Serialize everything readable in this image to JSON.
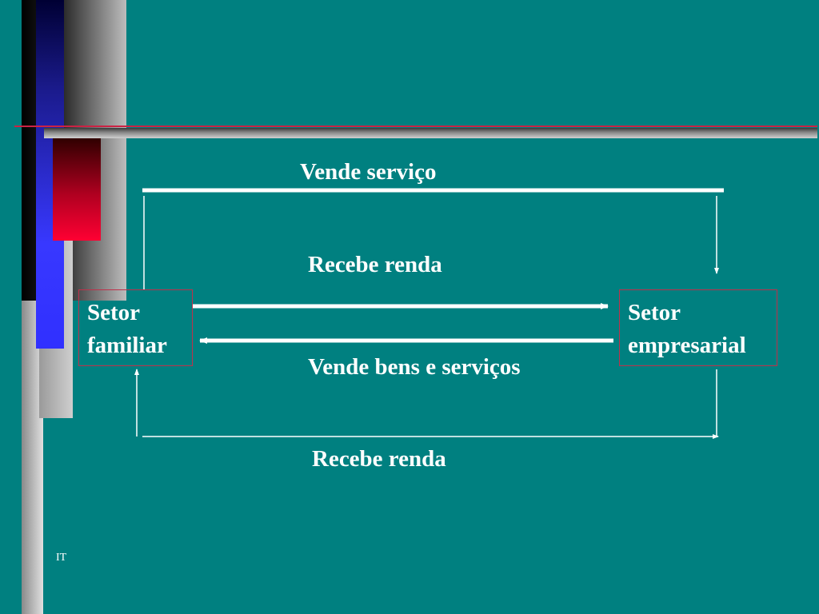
{
  "diagram": {
    "nodes": {
      "familiar": {
        "line1": "Setor",
        "line2": "familiar"
      },
      "empresarial": {
        "line1": "Setor",
        "line2": "empresarial"
      }
    },
    "edges": {
      "top_label": "Vende serviço",
      "upper_right_label": "Recebe renda",
      "middle_left_label": "Vende bens e serviços",
      "bottom_label": "Recebe renda"
    }
  },
  "footer": {
    "text": "IT"
  },
  "colors": {
    "background": "#008080",
    "box_border": "#c0304a",
    "arrow": "#ffffff",
    "accent_red": "#ff0033",
    "accent_blue": "#3030ff"
  }
}
